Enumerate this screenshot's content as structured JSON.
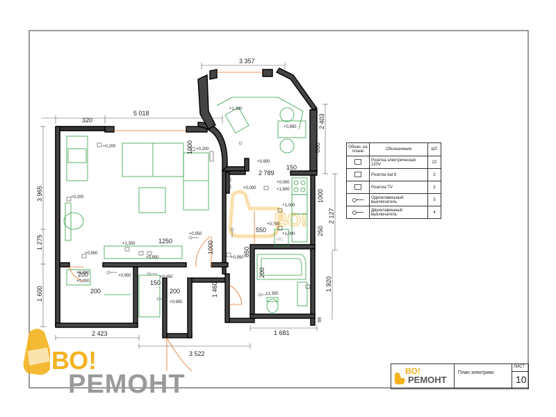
{
  "dimensions": {
    "top_bay": "3 357",
    "top_width": "5 018",
    "left_seg": "320",
    "left_height": "3 965",
    "left_1275": "1 275",
    "left_1600": "1 600",
    "right_2403": "2 403",
    "right_660": "660",
    "right_1000": "1000",
    "right_2127": "2 127",
    "right_250": "250",
    "right_1920": "1 920",
    "right_99": "99",
    "bottom_2423": "2 423",
    "bottom_3522": "3 522",
    "bottom_1681": "1 681",
    "d_2789": "2 789",
    "d_150a": "150",
    "d_1000a": "1000",
    "d_1250": "1250",
    "d_1000b": "1000",
    "d_550": "550",
    "d_850": "850",
    "d_200a": "200",
    "d_200b": "200",
    "d_200c": "200",
    "d_200d": "200",
    "d_150b": "150",
    "d_1460": "1 460"
  },
  "elevations": {
    "e1": "+0,200",
    "e2": "+0,200",
    "e3": "+0,200",
    "e4": "+0,200",
    "e5": "+1,300",
    "e6": "+0,950",
    "e7": "+0,950",
    "e8": "+0,000",
    "e9": "+0,000",
    "e10": "+1,900",
    "e11": "+1,000",
    "e12": "+0,700",
    "e13": "+1,000",
    "e14": "+0,950",
    "e15": "+1,300",
    "e16": "+0,950",
    "e17": "+0,950",
    "e18": "+0,200",
    "e19": "+0,950",
    "e20": "+0,950",
    "e21": "+0,950",
    "e22": "+1,350",
    "e23": "+0,950"
  },
  "labels": {
    "mc": "МС"
  },
  "legend": {
    "header_symbol": "Обозн. на плане",
    "header_name": "Обозначения",
    "header_qty": "ШТ",
    "rows": [
      {
        "name": "Розетка электрическая 220V",
        "qty": "22",
        "icon": "socket-220-icon"
      },
      {
        "name": "Розетка kat 6",
        "qty": "2",
        "icon": "socket-lan-icon"
      },
      {
        "name": "Розетка TV",
        "qty": "2",
        "icon": "socket-tv-icon"
      },
      {
        "name": "Одноклавишный выключатель",
        "qty": "5",
        "icon": "single-switch-icon"
      },
      {
        "name": "Двухклавишный выключатель",
        "qty": "4",
        "icon": "double-switch-icon"
      }
    ]
  },
  "title_block": {
    "drawing_title": "План электрики",
    "sheet_label": "ЛИСТ",
    "sheet_number": "10",
    "logo_vo": "ВО!",
    "logo_text": "РЕМОНТ"
  },
  "watermark": {
    "vo": "ВО!",
    "text": "РЕМОНТ"
  },
  "colors": {
    "wall": "#000000",
    "dimension": "#555555",
    "furniture": "#2f9e44",
    "door": "#e07020",
    "brand": "#f3b21e"
  }
}
